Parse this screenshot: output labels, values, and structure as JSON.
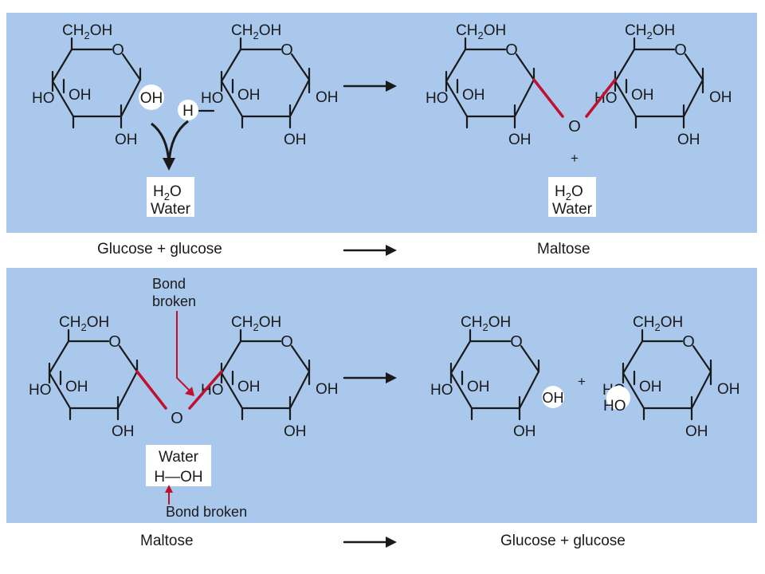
{
  "colors": {
    "panel_background": "#a9c8ec",
    "bond_highlight": "#c0102e",
    "outline": "#1a1a1a",
    "label_box": "#ffffff"
  },
  "labels": {
    "ch2oh": [
      "CH",
      "2",
      "OH"
    ],
    "ring_o": "O",
    "oh": "OH",
    "ho": "HO",
    "h": "H",
    "plus": "+",
    "water_formula": [
      "H",
      "2",
      "O"
    ],
    "water": "Water",
    "water_split": "H—OH"
  },
  "panel_top": {
    "caption_left": "Glucose + glucose",
    "caption_right": "Maltose"
  },
  "panel_bottom": {
    "bond_broken_top": [
      "Bond",
      "broken"
    ],
    "bond_broken_bottom": "Bond broken",
    "caption_left": "Maltose",
    "caption_right": "Glucose + glucose"
  }
}
